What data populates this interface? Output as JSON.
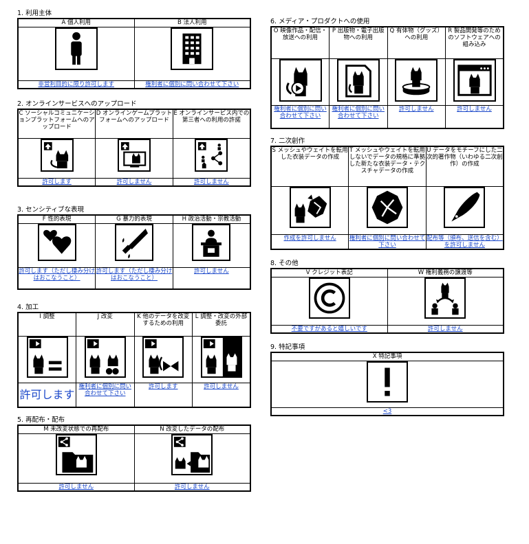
{
  "sections": [
    {
      "id": "s1",
      "title": "1. 利用主体",
      "headers": [
        "A 個人利用",
        "B 法人利用"
      ],
      "icons": [
        "person-icon",
        "office-building-icon"
      ],
      "footers": [
        "非営利目的に限り許可します",
        "権利者に個別に問い合わせて下さい"
      ]
    },
    {
      "id": "s2",
      "title": "2. オンラインサービスへのアップロード",
      "headers": [
        "C ソーシャルコミュニケーションプラットフォームへのアップロード",
        "D オンラインゲームプラットフォームへのアップロード",
        "E オンラインサービス内での第三者への利用の許諾"
      ],
      "icons": [
        "upload-sns-icon",
        "upload-game-icon",
        "share-network-icon"
      ],
      "footers": [
        "許可します",
        "許可しません",
        "許可しません"
      ]
    },
    {
      "id": "s3",
      "title": "3. センシティブな表現",
      "headers": [
        "F 性的表現",
        "G 暴力的表現",
        "H 政治活動・宗教活動"
      ],
      "icons": [
        "hearts-icon",
        "knife-icon",
        "podium-icon"
      ],
      "footers": [
        "許可します（ただし棲み分けはおこなうこと）",
        "許可します（ただし棲み分けはおこなうこと）",
        "許可しません"
      ]
    },
    {
      "id": "s4",
      "title": "4. 加工",
      "headers": [
        "I 調整",
        "J 改変",
        "K 他のデータを改変するための利用",
        "L 調整・改変の外部委託"
      ],
      "icons": [
        "adjust-icon",
        "modify-icon",
        "use-for-modify-icon",
        "outsource-icon"
      ],
      "footers": [
        "許可します",
        "権利者に個別に問い合わせて下さい",
        "許可します",
        "許可しません"
      ]
    },
    {
      "id": "s5",
      "title": "5. 再配布・配布",
      "headers": [
        "M 未改変状態での再配布",
        "N 改変したデータの配布"
      ],
      "icons": [
        "redistribute-icon",
        "distribute-modified-icon"
      ],
      "footers": [
        "許可しません",
        "許可しません"
      ]
    },
    {
      "id": "s6",
      "title": "6. メディア・プロダクトへの使用",
      "headers": [
        "O 映像作品・配信・放送への利用",
        "P 出版物・電子出版物への利用",
        "Q 有体物（グッズ）への利用",
        "R 製品開発等のためのソフトウェアへの組み込み"
      ],
      "icons": [
        "video-icon",
        "publication-icon",
        "goods-figure-icon",
        "software-window-icon"
      ],
      "footers": [
        "権利者に個別に問い合わせて下さい",
        "権利者に個別に問い合わせて下さい",
        "許可しません",
        "許可しません"
      ]
    },
    {
      "id": "s7",
      "title": "7. 二次創作",
      "headers": [
        "S メッシュやウェイトを転用した衣装データの作成",
        "T メッシュやウェイトを転用しないでデータの規格に準拠した新たな衣装データ・テクスチャデータの作成",
        "U データをモチーフにした二次的著作物（いわゆる二次創作）の作成"
      ],
      "icons": [
        "outfit-mesh-icon",
        "outfit-new-icon",
        "pen-nib-icon"
      ],
      "footers": [
        "作成を許可しません",
        "権利者に個別に問い合わせて下さい",
        "配布等（頒布、送信を含む）を許可しません"
      ]
    },
    {
      "id": "s8",
      "title": "8. その他",
      "headers": [
        "V クレジット表記",
        "W 権利義務の譲渡等"
      ],
      "icons": [
        "copyright-icon",
        "transfer-rights-icon"
      ],
      "footers": [
        "不要ですがあると嬉しいです",
        "許可しません"
      ]
    },
    {
      "id": "s9",
      "title": "9. 特記事項",
      "headers": [
        "X 特記事項"
      ],
      "icons": [
        "exclamation-icon"
      ],
      "footers": [
        "<3"
      ]
    }
  ]
}
